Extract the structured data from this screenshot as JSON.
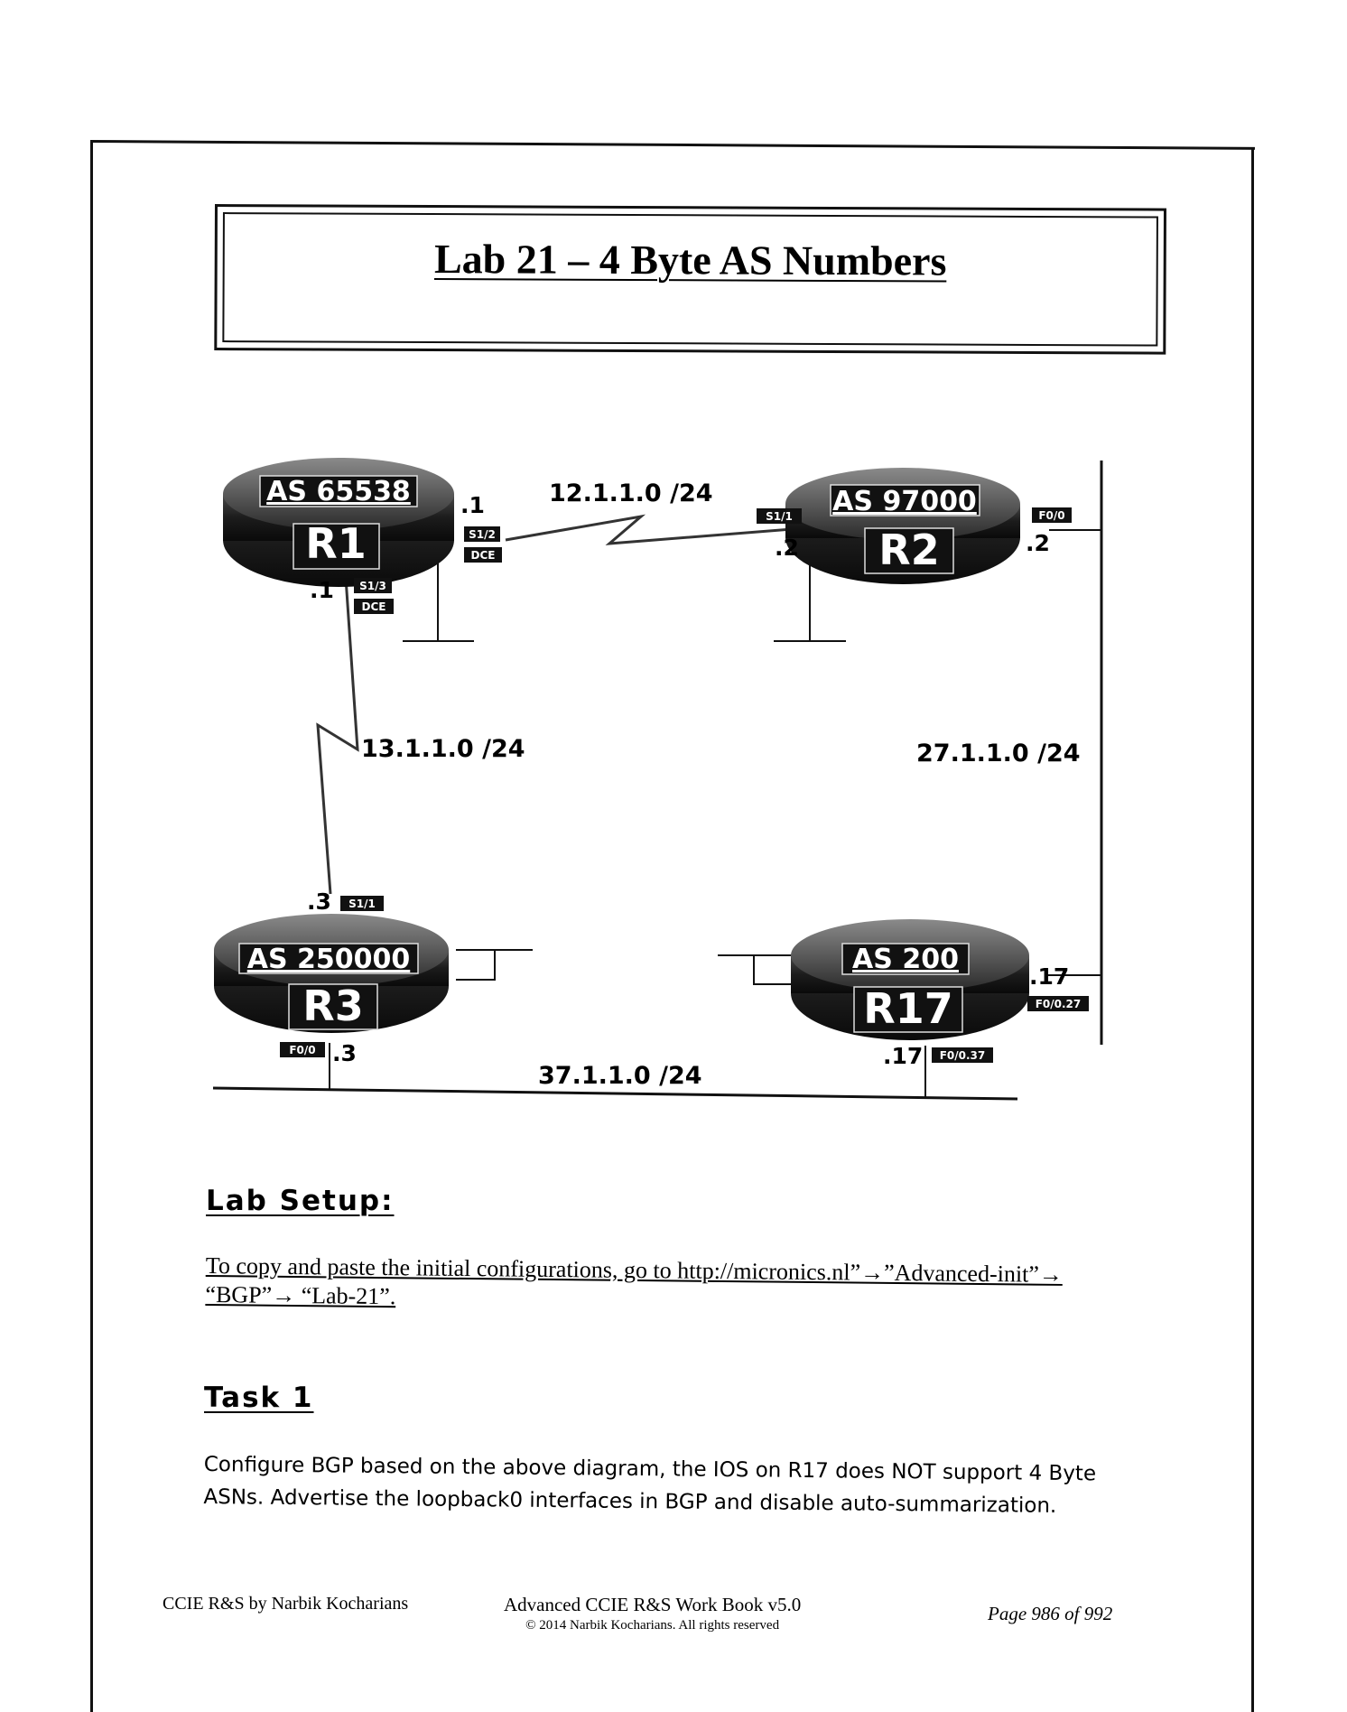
{
  "title": "Lab 21 – 4 Byte AS Numbers",
  "routers": [
    {
      "as_label": "AS 65538",
      "name": "R1"
    },
    {
      "as_label": "AS 97000",
      "name": "R2"
    },
    {
      "as_label": "AS 250000",
      "name": "R3"
    },
    {
      "as_label": "AS 200",
      "name": "R17"
    }
  ],
  "links": {
    "r1_r2_network": "12.1.1.0 /24",
    "r1_r3_network": "13.1.1.0 /24",
    "r2_r17_network": "27.1.1.0 /24",
    "r3_r17_network": "37.1.1.0 /24"
  },
  "interfaces": {
    "r1_s12": "S1/2",
    "r1_s12_dce": "DCE",
    "r1_s12_ip": ".1",
    "r1_s13": "S1/3",
    "r1_s13_dce": "DCE",
    "r1_s13_ip": ".1",
    "r2_s11": "S1/1",
    "r2_s11_ip": ".2",
    "r2_f00": "F0/0",
    "r2_f00_ip": ".2",
    "r3_s11": "S1/1",
    "r3_s11_ip": ".3",
    "r3_f00": "F0/0",
    "r3_f00_ip": ".3",
    "r17_f027": "F0/0.27",
    "r17_f027_ip": ".17",
    "r17_f037": "F0/0.37",
    "r17_f037_ip": ".17"
  },
  "lab_setup": {
    "heading": "Lab Setup:",
    "text": "To copy and paste the initial configurations, go to http://micronics.nl”→”Advanced-init”→ “BGP”→ “Lab-21”."
  },
  "task1": {
    "heading": "Task 1",
    "text": "Configure BGP based on the above diagram, the IOS on R17 does NOT support 4 Byte ASNs. Advertise the loopback0 interfaces in BGP and disable auto-summarization."
  },
  "footer": {
    "left": "CCIE R&S by Narbik Kocharians",
    "center": "Advanced CCIE R&S Work Book v5.0",
    "copyright": "© 2014 Narbik Kocharians. All rights reserved",
    "right": "Page 986 of 992"
  }
}
